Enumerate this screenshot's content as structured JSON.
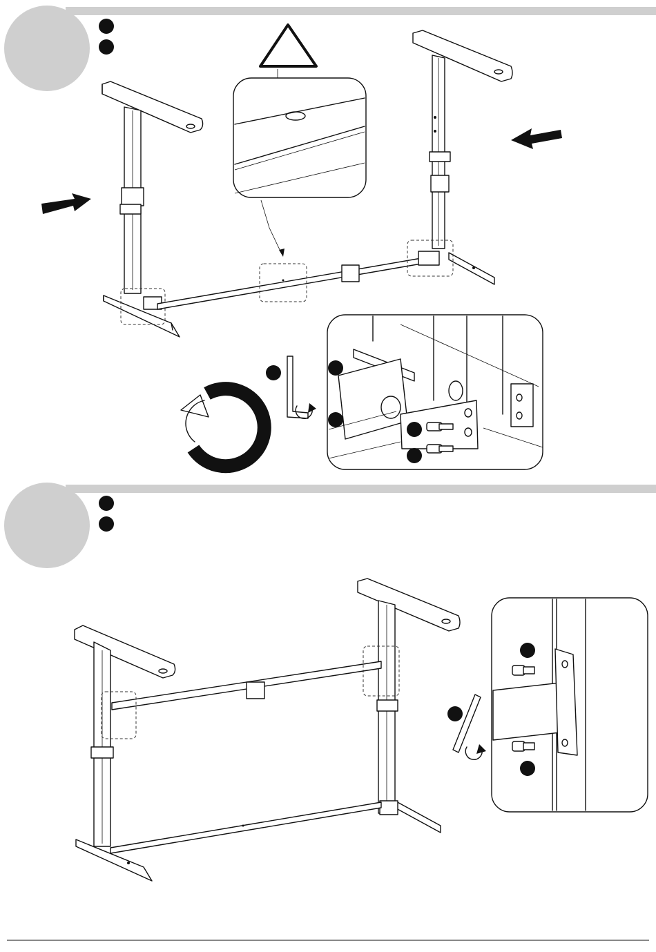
{
  "document": {
    "type": "assembly-instructions",
    "steps": [
      {
        "id": "step-upper",
        "part_markers": [
          "",
          ""
        ],
        "notes": [
          "warning-triangle",
          "rotate-arrow",
          "allen-key-icon",
          "push-arrow-left",
          "push-arrow-right"
        ]
      },
      {
        "id": "step-lower",
        "part_markers": [
          "",
          ""
        ],
        "notes": [
          "allen-key-icon",
          "detail-crossbar-bolts"
        ]
      }
    ]
  },
  "colors": {
    "line": "#111111",
    "step_badge": "#cfcfcf",
    "header_bar": "#cfcfcf",
    "marker": "#111111"
  }
}
